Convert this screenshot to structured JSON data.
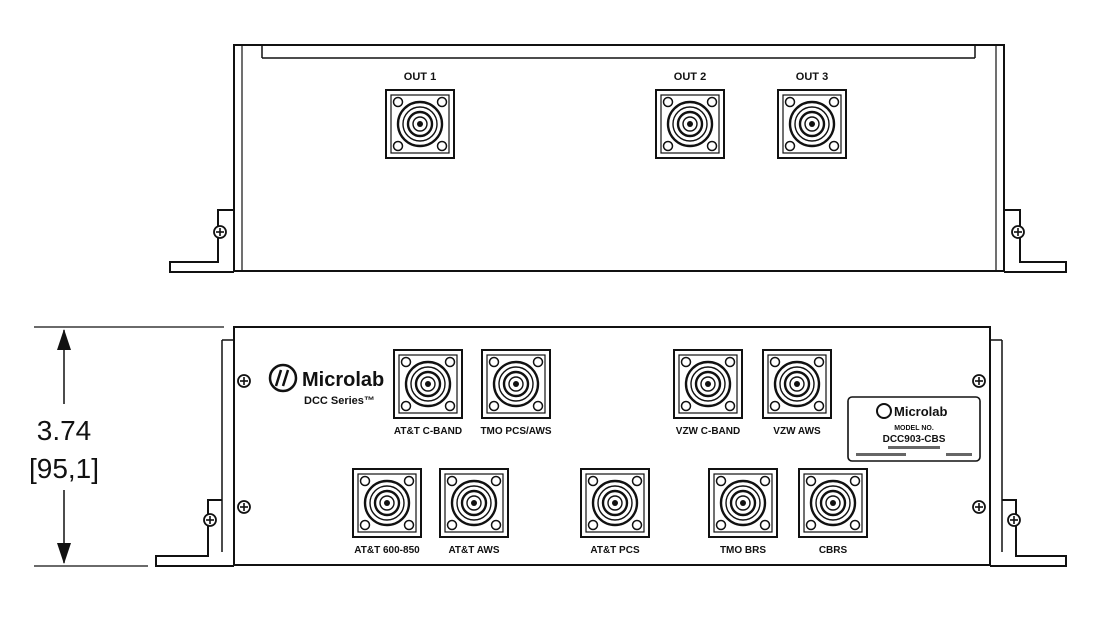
{
  "top_view": {
    "ports": [
      "OUT 1",
      "OUT 2",
      "OUT 3"
    ]
  },
  "front_view": {
    "logo_text": "Microlab",
    "series_text": "DCC Series™",
    "upper_ports": [
      "AT&T C-BAND",
      "TMO PCS/AWS",
      "VZW C-BAND",
      "VZW AWS"
    ],
    "lower_ports": [
      "AT&T 600-850",
      "AT&T AWS",
      "AT&T PCS",
      "TMO BRS",
      "CBRS"
    ],
    "nameplate": {
      "logo_text": "Microlab",
      "model_label": "MODEL NO.",
      "model_value": "DCC903-CBS",
      "desc_line": "",
      "left_note": "",
      "right_note": ""
    }
  },
  "dimension": {
    "value": "3.74",
    "metric": "[95,1]"
  }
}
